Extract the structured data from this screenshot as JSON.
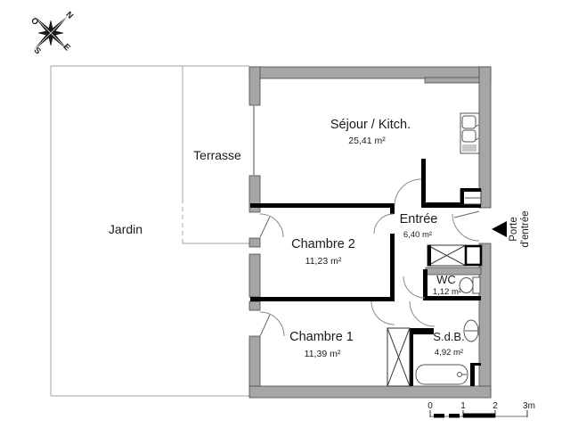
{
  "plan_type": "apartment-floor-plan",
  "compass": {
    "north": "N",
    "west": "O",
    "south": "S",
    "east": "E"
  },
  "areas": {
    "jardin": {
      "label": "Jardin"
    },
    "terrasse": {
      "label": "Terrasse"
    },
    "sejour": {
      "label": "Séjour / Kitch.",
      "area": "25,41 m²"
    },
    "entree": {
      "label": "Entrée",
      "area": "6,40 m²"
    },
    "chambre2": {
      "label": "Chambre 2",
      "area": "11,23 m²"
    },
    "chambre1": {
      "label": "Chambre 1",
      "area": "11,39 m²"
    },
    "wc": {
      "label": "WC",
      "area": "1,12 m²"
    },
    "sdb": {
      "label": "S.d.B.",
      "area": "4,92 m²"
    }
  },
  "entry": {
    "label_line1": "Porte",
    "label_line2": "d'entrée"
  },
  "scale": {
    "ticks": [
      "0",
      "1",
      "2",
      "3m"
    ]
  },
  "icons": {
    "compass": "compass-rose-icon",
    "entry_arrow": "entry-arrow-icon",
    "kitchen": "kitchen-sink-icon",
    "toilet": "toilet-icon",
    "washbasin": "washbasin-icon",
    "bathtub": "bathtub-icon",
    "closets": "closet-cross-icon"
  },
  "colors": {
    "background": "#ffffff",
    "wall_fill": "#a6a6a6",
    "wall_outline": "#4a4a4a",
    "interior_wall": "#000000",
    "boundary_line": "#b3b3b3",
    "door_arc": "#8a8a8a",
    "text": "#1a1a1a"
  }
}
